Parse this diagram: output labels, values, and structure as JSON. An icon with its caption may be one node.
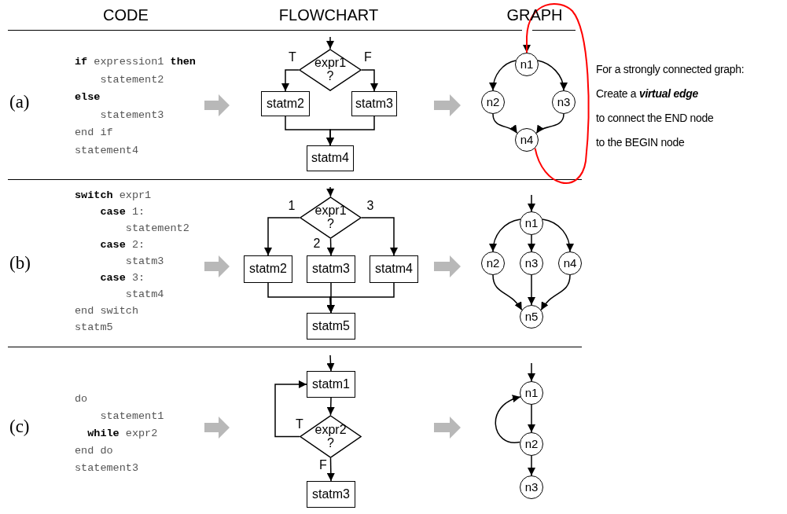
{
  "diagram": {
    "nodes": [
      {
        "text": [
          "**if** expression1 **then**",
          "    statement2",
          "**else**",
          "    statement3",
          "end if",
          "statement4"
        ]
      },
      {
        "text": [],
        "shape": "picture"
      },
      {
        "text": [
          "expr1 ?"
        ],
        "in": 1
      },
      {
        "text": [
          "statm2"
        ],
        "in": 1
      },
      {
        "text": [
          "statm3"
        ],
        "in": 1
      },
      {
        "text": [
          "statm4"
        ],
        "in": 1
      },
      {
        "text": [],
        "shape": "picture"
      },
      {
        "text": [
          "n1"
        ],
        "in": 6
      },
      {
        "text": [
          "n2"
        ],
        "in": 6
      },
      {
        "text": [
          "n3"
        ],
        "in": 6
      },
      {
        "text": [
          "n4"
        ],
        "in": 6
      },
      {
        "text": [
          "**switch** expr1",
          "    **case** 1:",
          "        statement2",
          "    **case** 2:",
          "        statm3",
          "    **case** 3:",
          "        statm4",
          "end switch",
          "statm5"
        ]
      },
      {
        "text": [],
        "shape": "picture"
      },
      {
        "text": [
          "expr1 ?"
        ],
        "in": 12
      },
      {
        "text": [
          "statm2"
        ],
        "in": 12
      },
      {
        "text": [
          "statm3"
        ],
        "in": 12
      },
      {
        "text": [
          "statm4"
        ],
        "in": 12
      },
      {
        "text": [
          "statm5"
        ],
        "in": 12
      },
      {
        "text": [],
        "shape": "picture"
      },
      {
        "text": [
          "n1"
        ],
        "in": 18
      },
      {
        "text": [
          "n2"
        ],
        "in": 18
      },
      {
        "text": [
          "n3"
        ],
        "in": 18
      },
      {
        "text": [
          "n4"
        ],
        "in": 18
      },
      {
        "text": [
          "n5"
        ],
        "in": 18
      },
      {
        "text": [
          "do",
          "    statement1",
          "  **while** expr2",
          "end do",
          "statement3"
        ]
      },
      {
        "text": [],
        "shape": "picture"
      },
      {
        "text": [
          "statm1"
        ],
        "in": 25
      },
      {
        "text": [
          "expr2 ?"
        ],
        "in": 25
      },
      {
        "text": [
          "statm3"
        ],
        "in": 25
      },
      {
        "text": [],
        "shape": "picture"
      },
      {
        "text": [
          "n1"
        ],
        "in": 29
      },
      {
        "text": [
          "n2"
        ],
        "in": 29
      },
      {
        "text": [
          "n3"
        ],
        "in": 29
      }
    ],
    "edges": [
      {
        "from": null,
        "to": 2,
        "arrow": "to"
      },
      {
        "from": 2,
        "to": 3,
        "arrow": "to",
        "label": "T"
      },
      {
        "from": 2,
        "to": 4,
        "arrow": "to",
        "label": "F"
      },
      {
        "from": 3,
        "to": 5,
        "arrow": "to"
      },
      {
        "from": 4,
        "to": 5,
        "arrow": "to"
      },
      {
        "from": null,
        "to": 7,
        "arrow": "to"
      },
      {
        "from": 7,
        "to": 8,
        "arrow": "to"
      },
      {
        "from": 7,
        "to": 9,
        "arrow": "to"
      },
      {
        "from": 8,
        "to": 10,
        "arrow": "to"
      },
      {
        "from": 9,
        "to": 10,
        "arrow": "to"
      },
      {
        "from": 10,
        "to": 7,
        "arrow": "none",
        "color": "#ff0000"
      },
      {
        "from": null,
        "to": 13,
        "arrow": "to"
      },
      {
        "from": 13,
        "to": 14,
        "arrow": "to",
        "label": "1"
      },
      {
        "from": 13,
        "to": 15,
        "arrow": "to",
        "label": "2"
      },
      {
        "from": 13,
        "to": 16,
        "arrow": "to",
        "label": "3"
      },
      {
        "from": 14,
        "to": 17,
        "arrow": "to"
      },
      {
        "from": 15,
        "to": 17,
        "arrow": "to"
      },
      {
        "from": 16,
        "to": 17,
        "arrow": "to"
      },
      {
        "from": null,
        "to": 19,
        "arrow": "to"
      },
      {
        "from": 19,
        "to": 20,
        "arrow": "to"
      },
      {
        "from": 19,
        "to": 21,
        "arrow": "to"
      },
      {
        "from": 19,
        "to": 22,
        "arrow": "to"
      },
      {
        "from": 20,
        "to": 23,
        "arrow": "to"
      },
      {
        "from": 21,
        "to": 23,
        "arrow": "to"
      },
      {
        "from": 22,
        "to": 23,
        "arrow": "to"
      },
      {
        "from": null,
        "to": 26,
        "arrow": "to"
      },
      {
        "from": 26,
        "to": 27,
        "arrow": "to"
      },
      {
        "from": 27,
        "to": 26,
        "arrow": "to",
        "label": "T"
      },
      {
        "from": 27,
        "to": 28,
        "arrow": "to",
        "label": "F"
      },
      {
        "from": null,
        "to": 30,
        "arrow": "to"
      },
      {
        "from": 30,
        "to": 31,
        "arrow": "to"
      },
      {
        "from": 31,
        "to": 30,
        "arrow": "to"
      },
      {
        "from": 31,
        "to": 32,
        "arrow": "to"
      },
      {
        "from": 0,
        "to": 1,
        "arrow": "to",
        "style": "thick",
        "color": "#b8b8b8"
      },
      {
        "from": 1,
        "to": 6,
        "arrow": "to",
        "style": "thick",
        "color": "#b8b8b8"
      },
      {
        "from": 11,
        "to": 12,
        "arrow": "to",
        "style": "thick",
        "color": "#b8b8b8"
      },
      {
        "from": 12,
        "to": 18,
        "arrow": "to",
        "style": "thick",
        "color": "#b8b8b8"
      },
      {
        "from": 24,
        "to": 25,
        "arrow": "to",
        "style": "thick",
        "color": "#b8b8b8"
      },
      {
        "from": 25,
        "to": 29,
        "arrow": "to",
        "style": "thick",
        "color": "#b8b8b8"
      }
    ],
    "labels": [
      "CODE",
      "FLOWCHART",
      "GRAPH",
      "(a)",
      "For a strongly connected graph:",
      "Create a **virtual edge**",
      "to connect the END node",
      "to the BEGIN node",
      "(b)",
      "(c)"
    ]
  }
}
